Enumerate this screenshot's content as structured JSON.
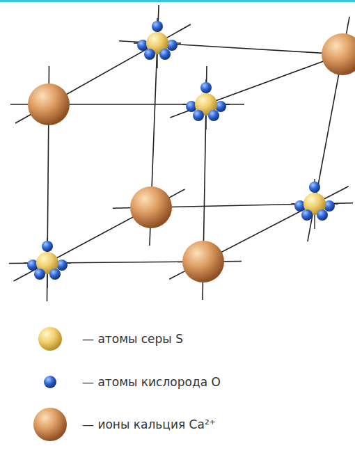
{
  "diagram": {
    "legend": [
      {
        "text": "— атомы серы S"
      },
      {
        "text": "— атомы кислорода O"
      },
      {
        "text": "— ионы кальция Ca²⁺"
      }
    ]
  }
}
